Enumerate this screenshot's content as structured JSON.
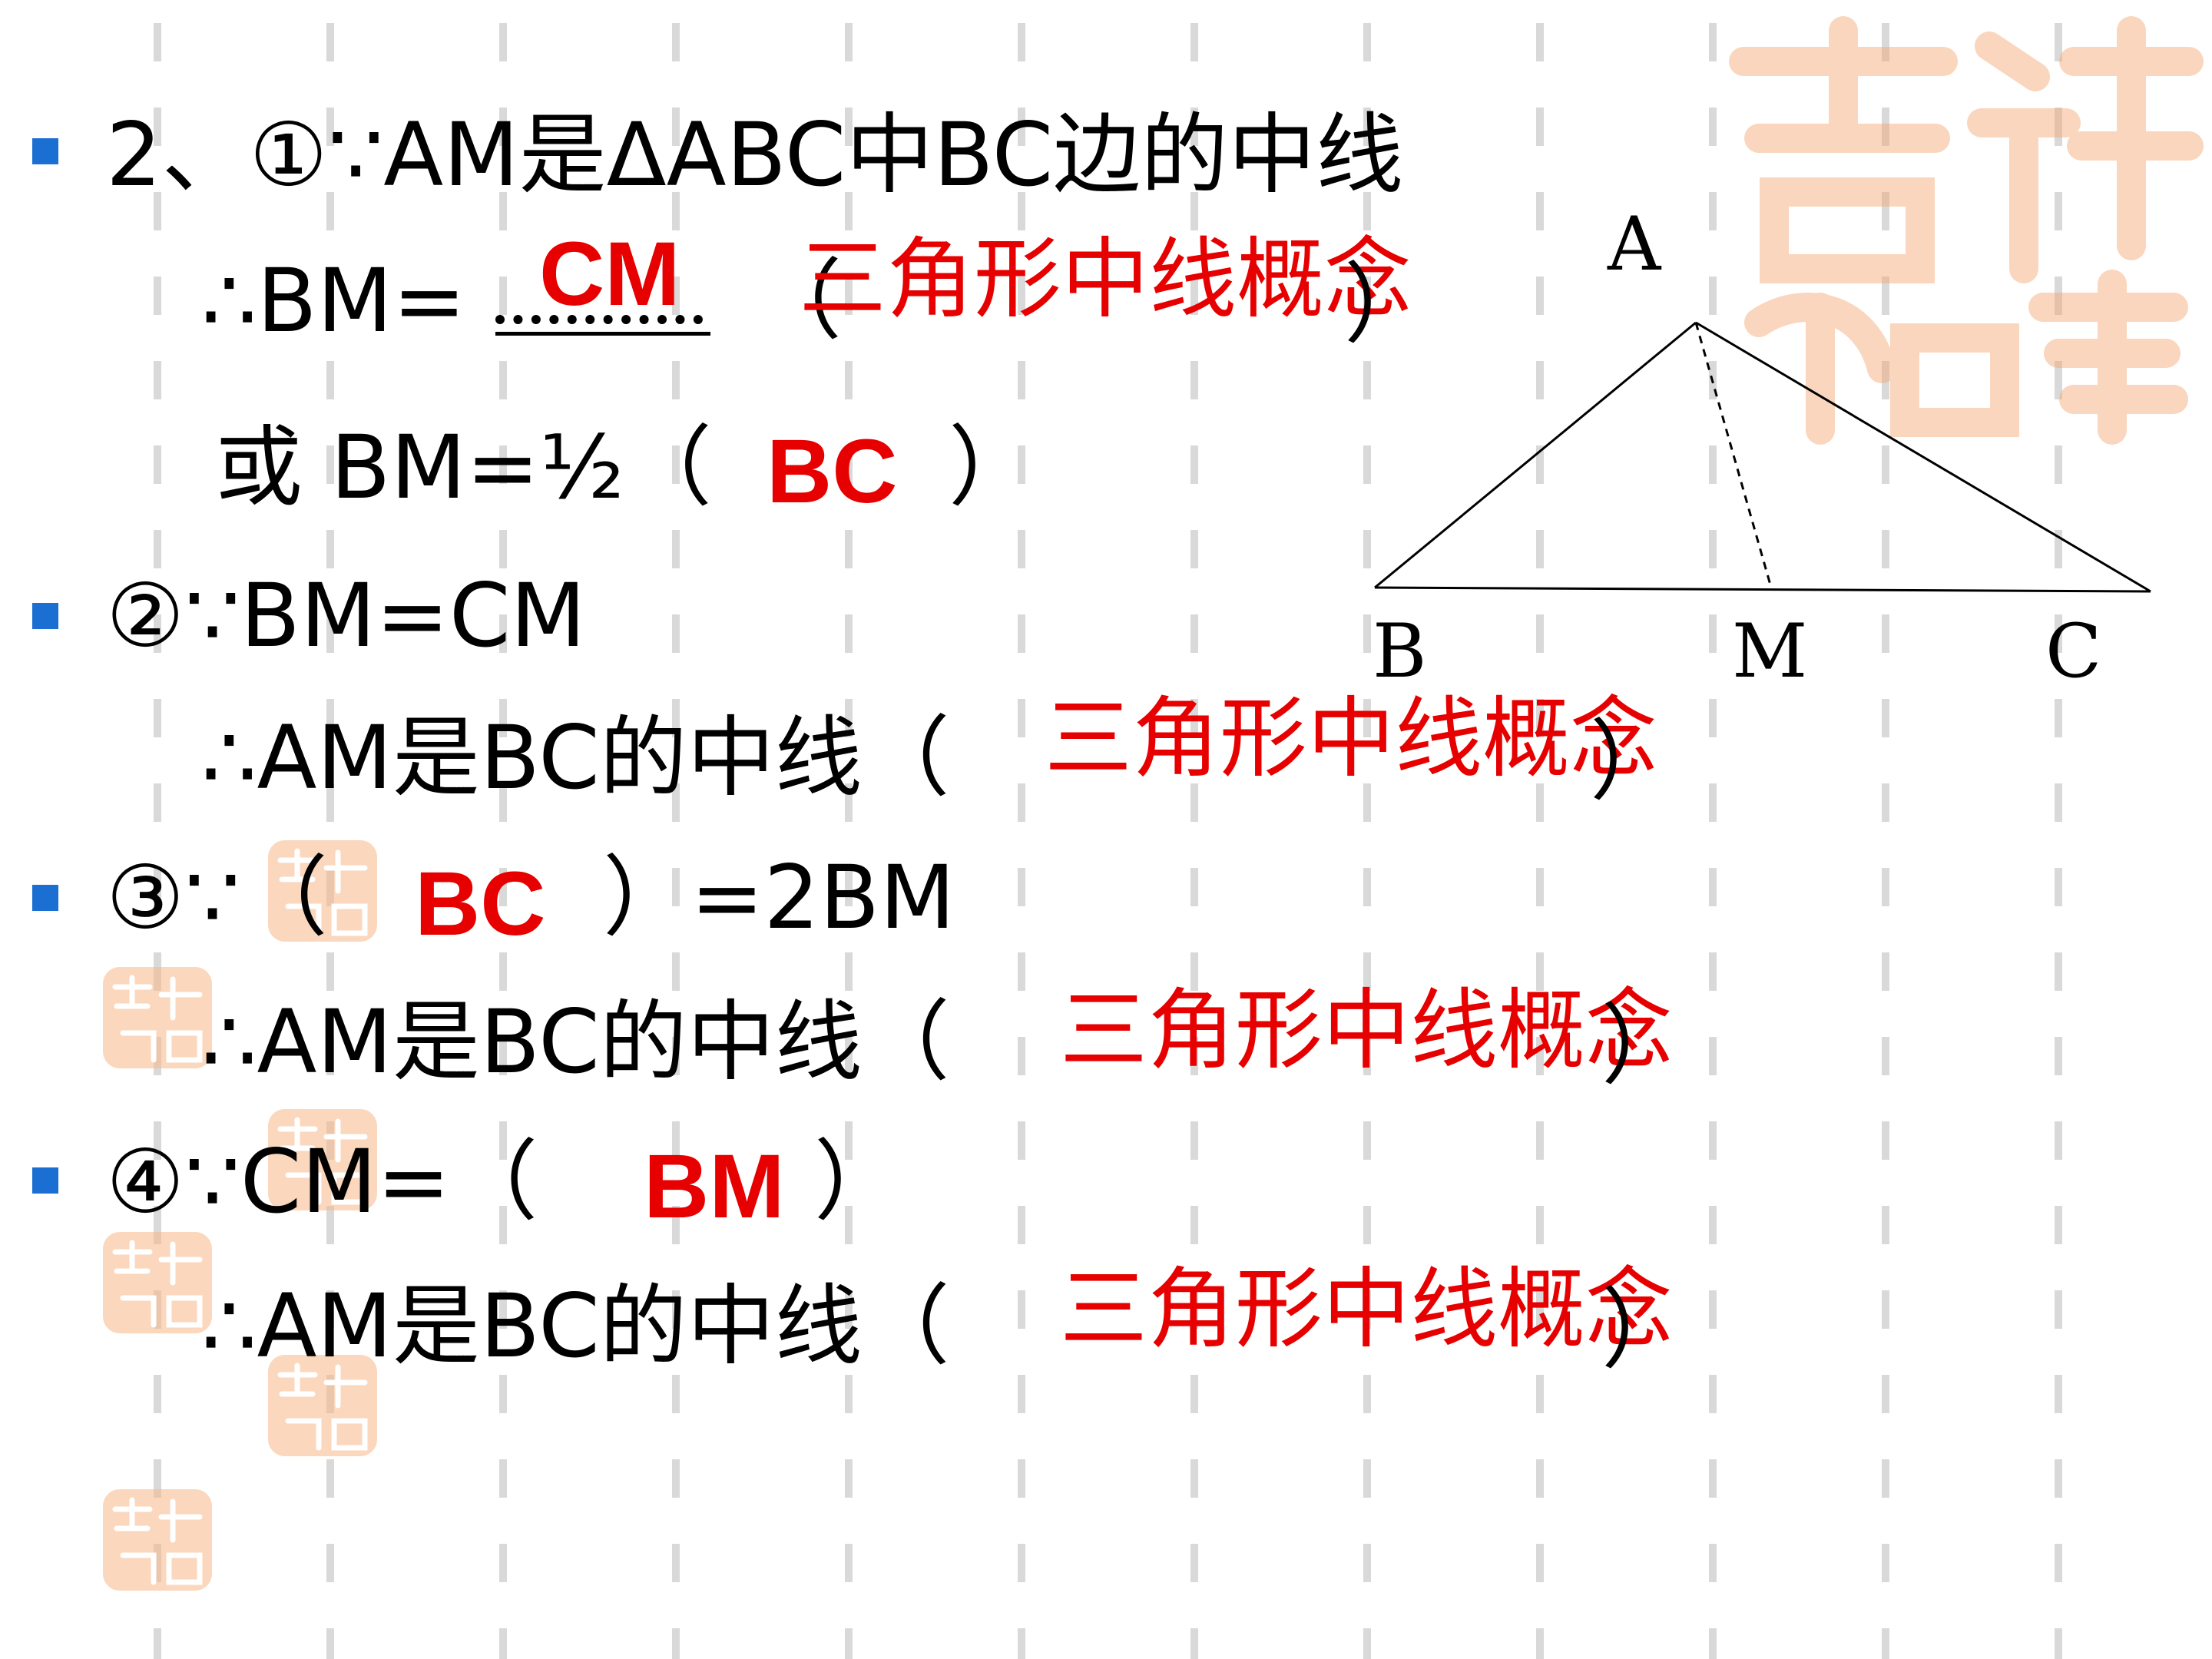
{
  "seal_text": "吉祥如意",
  "colors": {
    "bullet": "#1b6fd3",
    "answer": "#e60000",
    "seal": "#f2a56c"
  },
  "items": [
    {
      "line1": "2、①∵AM是ΔABC中BC边的中线",
      "line2_prefix": "∴BM=",
      "line2_answer": "CM",
      "line2_paren_open": "（",
      "line2_reason": "三角形中线概念",
      "line2_paren_close": "）",
      "line3_prefix": "或 BM=½（",
      "line3_answer": "BC",
      "line3_suffix": "）"
    },
    {
      "line1": "②∵BM=CM",
      "line2_prefix": "∴AM是BC的中线（",
      "line2_reason": "三角形中线概念",
      "line2_paren_close": "）"
    },
    {
      "line1_prefix": "③∵（",
      "line1_answer": "BC",
      "line1_suffix": "）=2BM",
      "line2_prefix": "∴AM是BC的中线（",
      "line2_reason": "三角形中线概念",
      "line2_paren_close": "）"
    },
    {
      "line1_prefix": "④∵CM=（",
      "line1_answer": "BM",
      "line1_suffix": "）",
      "line2_prefix": "∴AM是BC的中线（",
      "line2_reason": "三角形中线概念",
      "line2_paren_close": "）"
    }
  ],
  "diagram": {
    "label_a": "A",
    "label_b": "B",
    "label_m": "M",
    "label_c": "C"
  }
}
